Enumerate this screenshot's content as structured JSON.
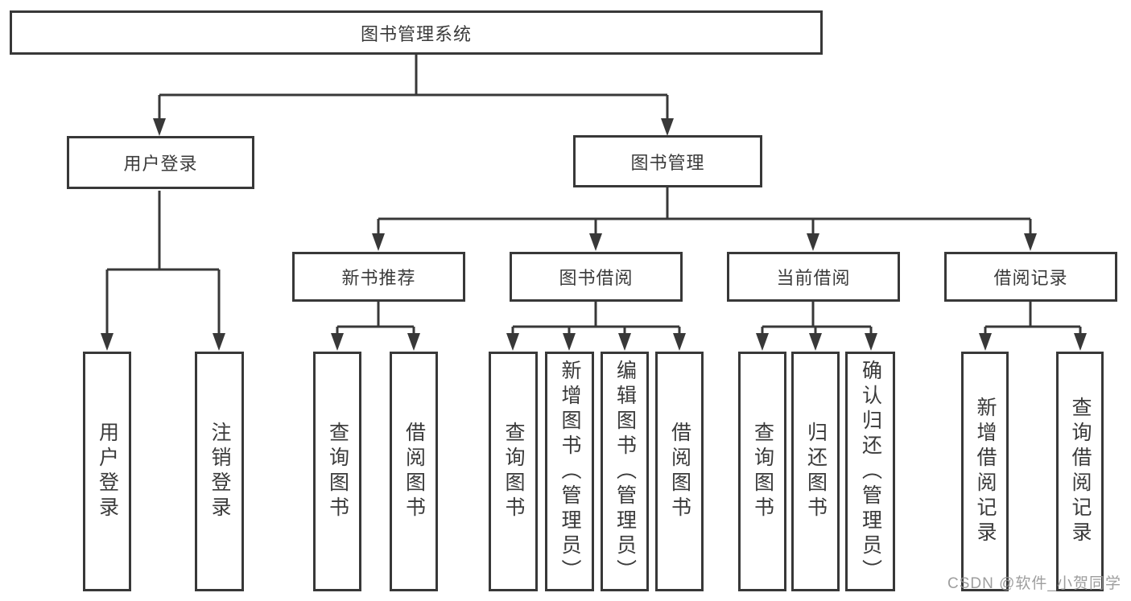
{
  "title": "图书管理系统",
  "watermark": "CSDN @软件_小贺同学",
  "colors": {
    "line": "#383838",
    "box_border": "#383838",
    "text": "#3a3a3a",
    "watermark_text": "#949494",
    "background": "#ffffff"
  },
  "tree": {
    "root": {
      "label": "图书管理系统"
    },
    "branches": [
      {
        "label": "用户登录",
        "children": [
          {
            "label": "用户登录"
          },
          {
            "label": "注销登录"
          }
        ]
      },
      {
        "label": "图书管理",
        "children": [
          {
            "label": "新书推荐",
            "children": [
              {
                "label": "查询图书"
              },
              {
                "label": "借阅图书"
              }
            ]
          },
          {
            "label": "图书借阅",
            "children": [
              {
                "label": "查询图书"
              },
              {
                "label": "新增图书（管理员）"
              },
              {
                "label": "编辑图书（管理员）"
              },
              {
                "label": "借阅图书"
              }
            ]
          },
          {
            "label": "当前借阅",
            "children": [
              {
                "label": "查询图书"
              },
              {
                "label": "归还图书"
              },
              {
                "label": "确认归还（管理员）"
              }
            ]
          },
          {
            "label": "借阅记录",
            "children": [
              {
                "label": "新增借阅记录"
              },
              {
                "label": "查询借阅记录"
              }
            ]
          }
        ]
      }
    ]
  }
}
